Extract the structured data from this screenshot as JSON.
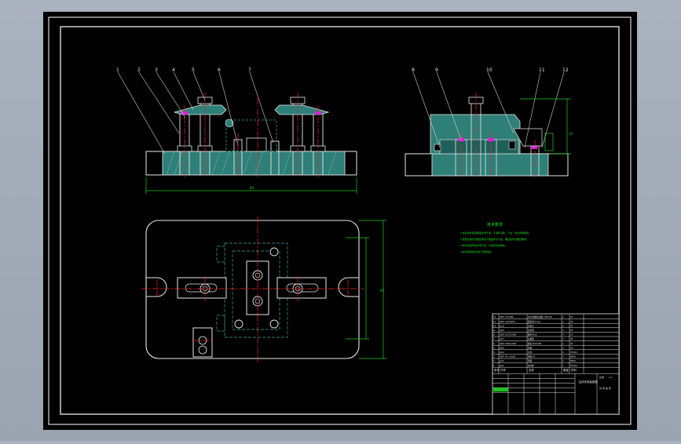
{
  "colors": {
    "viewport_bg": "#a8b0bd",
    "paper": "#000000",
    "border": "#ffffff",
    "part_fill": "#2e7f78",
    "outline": "#e8e8e8",
    "centerline": "#ff2020",
    "dimension": "#20d020",
    "leader": "#d0d0d0",
    "highlight": "#e020e0",
    "note_text": "#20e020"
  },
  "drawing": {
    "front_view_balloons": [
      "1",
      "2",
      "3",
      "4",
      "5",
      "6",
      "7"
    ],
    "side_view_balloons": [
      "8",
      "9",
      "10",
      "11",
      "12"
    ],
    "front_view_width_dim": "84",
    "side_view_height_dim": "34",
    "plan_view_height_dim": "95",
    "tech_notes": {
      "title": "技术要求",
      "lines": [
        "1.夹具零件装配前需清洗干净，不得有毛刺、飞边、氧化皮等缺陷。",
        "2.装配后各定位面应保证与底面的平行度、垂直度符合图纸要求。",
        "3.所有紧固件应拧紧可靠，不得有松动现象。",
        "4.夹具使用前应进行试装检验。"
      ]
    }
  },
  "title_block": {
    "parts_rows": [
      {
        "no": "12",
        "code": "GB/T 70-2000",
        "name": "内六角圆柱头螺钉 M6×20",
        "qty": "4",
        "material": "35"
      },
      {
        "no": "11",
        "code": "GB/T 119-2000",
        "name": "圆柱销 6×30",
        "qty": "2",
        "material": "45"
      },
      {
        "no": "10",
        "code": "JJ-10",
        "name": "支承钉",
        "qty": "4",
        "material": "T8"
      },
      {
        "no": "9",
        "code": "JJ-09",
        "name": "定位销",
        "qty": "2",
        "material": "T8"
      },
      {
        "no": "8",
        "code": "GB/T 6170-2000",
        "name": "螺母 M10",
        "qty": "4",
        "material": "35"
      },
      {
        "no": "7",
        "code": "JJ-07",
        "name": "钻模板",
        "qty": "1",
        "material": "45"
      },
      {
        "no": "6",
        "code": "GB/T 5782-2000",
        "name": "螺栓 M10×80",
        "qty": "2",
        "material": "35"
      },
      {
        "no": "5",
        "code": "JJ-05",
        "name": "压板",
        "qty": "2",
        "material": "45"
      },
      {
        "no": "4",
        "code": "JJ-04",
        "name": "支座",
        "qty": "2",
        "material": "HT200"
      },
      {
        "no": "3",
        "code": "GB/T 97.1-2002",
        "name": "垫圈 10",
        "qty": "4",
        "material": "65Mn"
      },
      {
        "no": "2",
        "code": "JJ-02",
        "name": "弹簧",
        "qty": "2",
        "material": "65Mn"
      },
      {
        "no": "1",
        "code": "JJ-01",
        "name": "夹具体",
        "qty": "1",
        "material": "HT200"
      }
    ],
    "header": [
      "序号",
      "代号",
      "名称",
      "数量",
      "材料"
    ],
    "drawing_name": "钻床夹具装配图",
    "scale_label": "比例",
    "scale_value": "1:1",
    "sheet_label": "共 张 第 张"
  }
}
